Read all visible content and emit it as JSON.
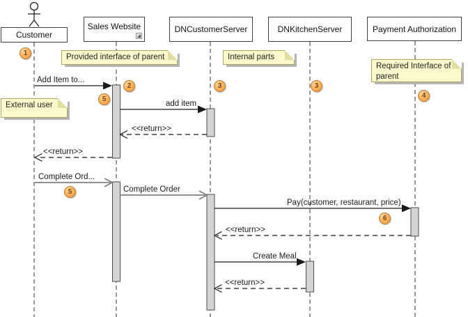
{
  "diagram_type": "uml-sequence-diagram",
  "lifelines": [
    {
      "label": "Customer",
      "kind": "actor"
    },
    {
      "label": "Sales Website",
      "kind": "object",
      "has_collapse_icon": true
    },
    {
      "label": "DNCustomerServer",
      "kind": "object"
    },
    {
      "label": "DNKitchenServer",
      "kind": "object"
    },
    {
      "label": "Payment Authorization",
      "kind": "object"
    }
  ],
  "notes": [
    {
      "text": "Provided interface of parent"
    },
    {
      "text": "Internal parts"
    },
    {
      "text": "Required Interface of parent"
    },
    {
      "text": "External user"
    }
  ],
  "messages": [
    {
      "label": "Add Item to...",
      "type": "sync",
      "from": "Customer",
      "to": "Sales Website"
    },
    {
      "label": "add item",
      "type": "sync",
      "from": "Sales Website",
      "to": "DNCustomerServer"
    },
    {
      "label": "<<return>>",
      "type": "return",
      "from": "DNCustomerServer",
      "to": "Sales Website"
    },
    {
      "label": "<<return>>",
      "type": "return",
      "from": "Sales Website",
      "to": "Customer"
    },
    {
      "label": "Complete Ord...",
      "type": "async",
      "from": "Customer",
      "to": "Sales Website"
    },
    {
      "label": "Complete Order",
      "type": "async",
      "from": "Sales Website",
      "to": "DNCustomerServer"
    },
    {
      "label": "Pay(customer, restaurant, price)",
      "type": "sync",
      "from": "DNCustomerServer",
      "to": "Payment Authorization"
    },
    {
      "label": "<<return>>",
      "type": "return",
      "from": "Payment Authorization",
      "to": "DNCustomerServer"
    },
    {
      "label": "Create Meal",
      "type": "sync",
      "from": "DNCustomerServer",
      "to": "DNKitchenServer"
    },
    {
      "label": "<<return>>",
      "type": "return",
      "from": "DNKitchenServer",
      "to": "DNCustomerServer"
    }
  ],
  "badges": [
    {
      "num": "1"
    },
    {
      "num": "2"
    },
    {
      "num": "3"
    },
    {
      "num": "3"
    },
    {
      "num": "4"
    },
    {
      "num": "5"
    },
    {
      "num": "5"
    },
    {
      "num": "6"
    }
  ],
  "colors": {
    "note_fill": "#FBFACD",
    "note_border": "#ABA463",
    "badge_fill": "#F9A94F",
    "badge_border": "#BE7D35",
    "badge_text": "#7C4007",
    "activation_fill": "#D4D4D4",
    "activation_border": "#4d4d4d",
    "sync_line": "#1a1a1a",
    "async_line": "#808080"
  }
}
